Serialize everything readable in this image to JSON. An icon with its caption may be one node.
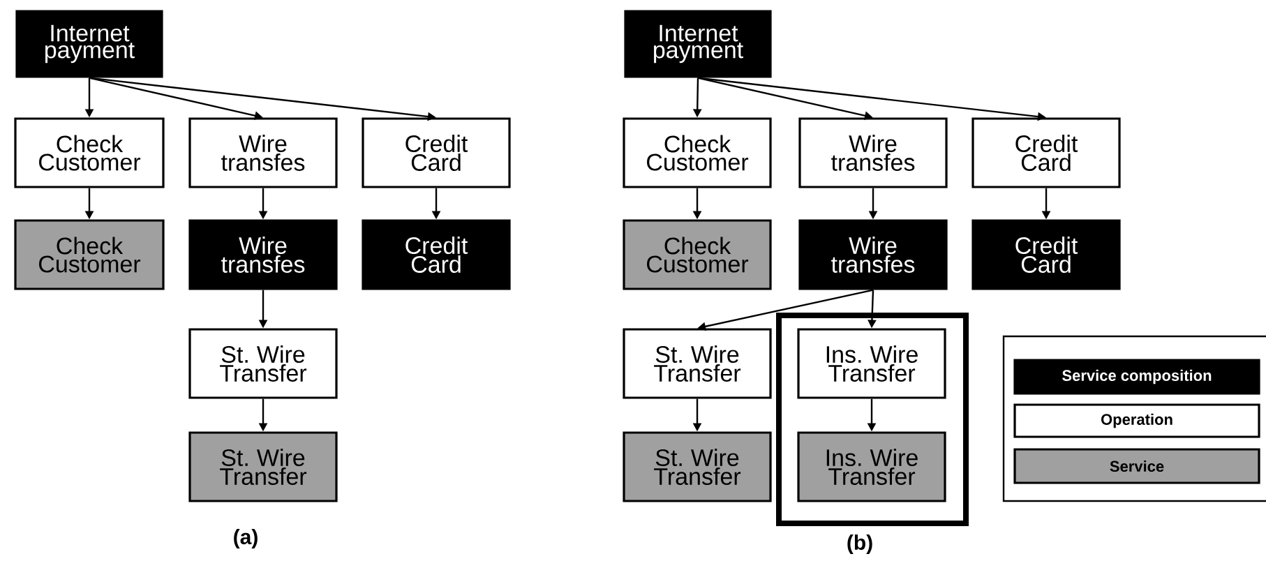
{
  "diagram": {
    "nodes": [
      {
        "text": [
          "Internet payment"
        ]
      },
      {
        "text": [
          "Check Customer"
        ]
      },
      {
        "text": [
          "Wire transfes"
        ]
      },
      {
        "text": [
          "Credit Card"
        ]
      },
      {
        "text": [
          "Check Customer"
        ]
      },
      {
        "text": [
          "Wire transfes"
        ]
      },
      {
        "text": [
          "Credit Card"
        ]
      },
      {
        "text": [
          "St. Wire Transfer"
        ]
      },
      {
        "text": [
          "St. Wire Transfer"
        ]
      },
      {
        "text": [
          "Internet payment"
        ]
      },
      {
        "text": [
          "Check Customer"
        ]
      },
      {
        "text": [
          "Wire transfes"
        ]
      },
      {
        "text": [
          "Credit Card"
        ]
      },
      {
        "text": [
          "Check Customer"
        ]
      },
      {
        "text": [
          "Wire transfes"
        ]
      },
      {
        "text": [
          "Credit Card"
        ]
      },
      {
        "text": [
          "St. Wire Transfer"
        ]
      },
      {
        "text": [],
        "shape": "box"
      },
      {
        "text": [
          "Ins. Wire Transfer"
        ],
        "in": 17
      },
      {
        "text": [
          "St. Wire Transfer"
        ]
      },
      {
        "text": [
          "Ins. Wire Transfer"
        ],
        "in": 17
      }
    ],
    "edges": [
      {
        "from": 0,
        "to": 1,
        "arrow": "to"
      },
      {
        "from": 0,
        "to": 2,
        "arrow": "to"
      },
      {
        "from": 0,
        "to": 3,
        "arrow": "to"
      },
      {
        "from": 1,
        "to": 4,
        "arrow": "to"
      },
      {
        "from": 2,
        "to": 5,
        "arrow": "to"
      },
      {
        "from": 3,
        "to": 6,
        "arrow": "to"
      },
      {
        "from": 5,
        "to": 7,
        "arrow": "to"
      },
      {
        "from": 7,
        "to": 8,
        "arrow": "to"
      },
      {
        "from": 9,
        "to": 10,
        "arrow": "to"
      },
      {
        "from": 9,
        "to": 11,
        "arrow": "to"
      },
      {
        "from": 9,
        "to": 12,
        "arrow": "to"
      },
      {
        "from": 10,
        "to": 13,
        "arrow": "to"
      },
      {
        "from": 11,
        "to": 14,
        "arrow": "to"
      },
      {
        "from": 12,
        "to": 15,
        "arrow": "to"
      },
      {
        "from": 14,
        "to": 16,
        "arrow": "to"
      },
      {
        "from": 14,
        "to": 18,
        "arrow": "to"
      },
      {
        "from": 16,
        "to": 19,
        "arrow": "to"
      },
      {
        "from": 18,
        "to": 20,
        "arrow": "to"
      }
    ],
    "labels": [
      "(a)",
      "(b)"
    ],
    "legend": [
      {
        "text": "Service composition",
        "color": "#000000"
      },
      {
        "text": "Operation"
      },
      {
        "text": "Service",
        "color": "#a0a0a0"
      }
    ]
  }
}
